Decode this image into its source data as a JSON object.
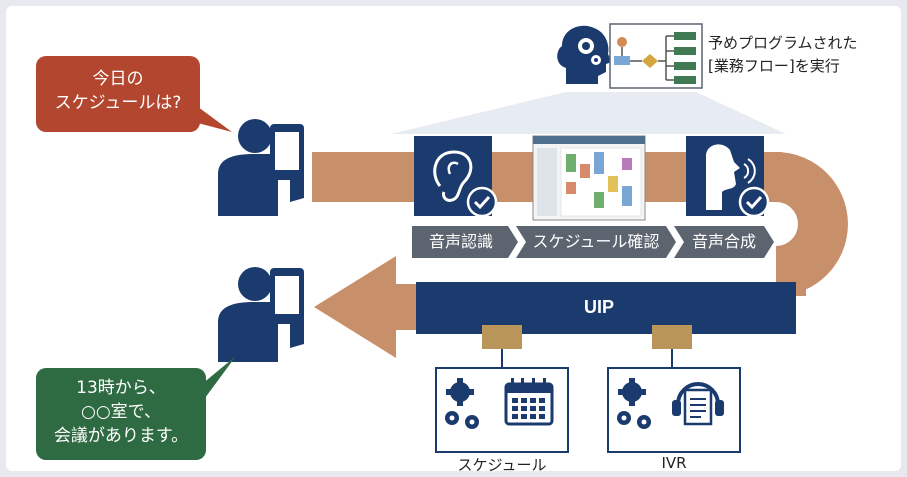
{
  "colors": {
    "navy": "#1b3a6e",
    "copper": "#c8906a",
    "red_bubble": "#b3462e",
    "green_bubble": "#2e6a42",
    "step_gray": "#5c6470",
    "gold": "#b9955a"
  },
  "bubbles": {
    "question": [
      "今日の",
      "スケジュールは?"
    ],
    "answer": [
      "13時から、",
      "○○室で、",
      "会議があります。"
    ]
  },
  "program_note": [
    "予めプログラムされた",
    "[業務フロー]を実行"
  ],
  "steps": [
    "音声認識",
    "スケジュール確認",
    "音声合成"
  ],
  "uip_label": "UIP",
  "systems": [
    "スケジュール",
    "IVR"
  ]
}
